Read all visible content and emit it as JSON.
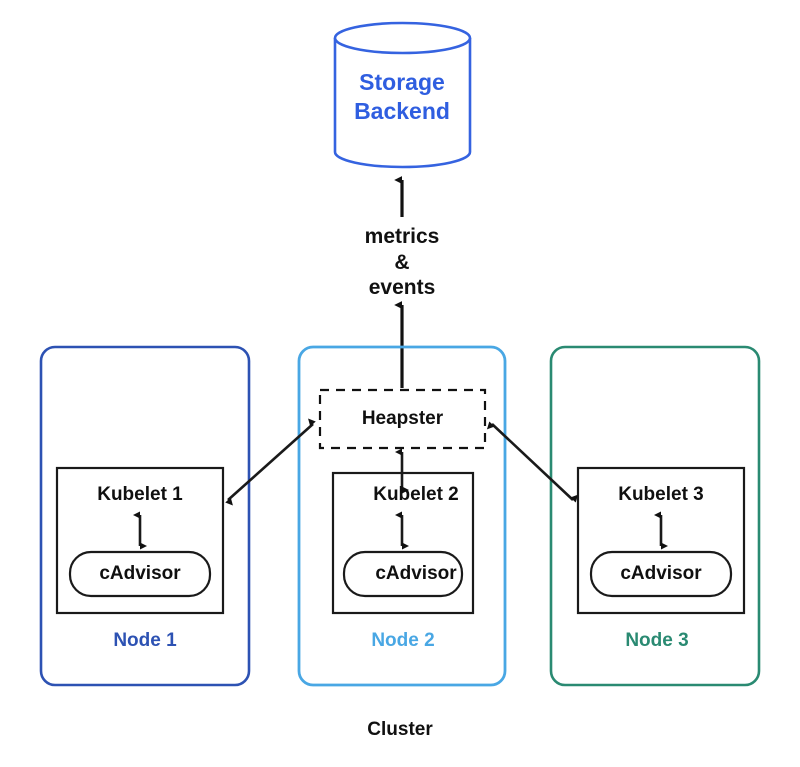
{
  "diagram": {
    "title_label": "Cluster",
    "storage": {
      "name": "storage-backend",
      "label": "Storage\nBackend",
      "line1": "Storage",
      "line2": "Backend",
      "color": "#2f5ee0",
      "shape": "cylinder"
    },
    "flow_label": {
      "line1": "metrics",
      "line2": "&",
      "line3": "events",
      "full": "metrics & events"
    },
    "heapster": {
      "label": "Heapster",
      "border_style": "dashed",
      "color": "#000000"
    },
    "nodes": [
      {
        "label": "Node 1",
        "color": "#2d52b3",
        "kubelet": "Kubelet 1",
        "cadvisor": "cAdvisor"
      },
      {
        "label": "Node 2",
        "color": "#49a7e4",
        "kubelet": "Kubelet 2",
        "cadvisor": "cAdvisor"
      },
      {
        "label": "Node 3",
        "color": "#2a8a72",
        "kubelet": "Kubelet 3",
        "cadvisor": "cAdvisor"
      }
    ],
    "arrows": [
      {
        "name": "heapster-to-storage",
        "from": "Heapster",
        "to": "Storage Backend",
        "direction": "up",
        "label": "metrics & events"
      },
      {
        "name": "heapster-to-kubelet-1",
        "from": "Heapster",
        "to": "Kubelet 1",
        "direction": "both"
      },
      {
        "name": "heapster-to-kubelet-2",
        "from": "Heapster",
        "to": "Kubelet 2",
        "direction": "both"
      },
      {
        "name": "heapster-to-kubelet-3",
        "from": "Heapster",
        "to": "Kubelet 3",
        "direction": "both"
      },
      {
        "name": "kubelet-1-to-cadvisor-1",
        "from": "Kubelet 1",
        "to": "cAdvisor",
        "direction": "both"
      },
      {
        "name": "kubelet-2-to-cadvisor-2",
        "from": "Kubelet 2",
        "to": "cAdvisor",
        "direction": "both"
      },
      {
        "name": "kubelet-3-to-cadvisor-3",
        "from": "Kubelet 3",
        "to": "cAdvisor",
        "direction": "both"
      }
    ],
    "background_color": "#ffffff",
    "line_color": "#1a1a1a"
  }
}
